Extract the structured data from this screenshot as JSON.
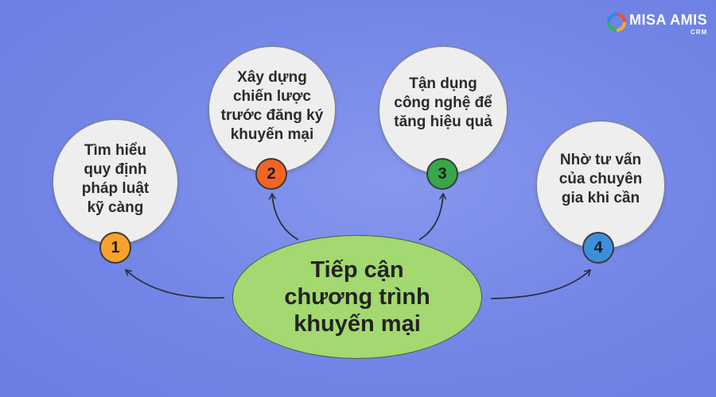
{
  "center": {
    "text": "Tiếp cận\nchương trình\nkhuyến mại",
    "color": "#a3d970"
  },
  "steps": [
    {
      "number": "1",
      "text": "Tìm hiểu\nquy định\npháp luật\nkỹ càng",
      "badge_color": "#f7a22c"
    },
    {
      "number": "2",
      "text": "Xây dựng\nchiến lược\ntrước đăng ký\nkhuyến mại",
      "badge_color": "#f26422"
    },
    {
      "number": "3",
      "text": "Tận dụng\ncông nghệ để\ntăng hiệu quả",
      "badge_color": "#38a748"
    },
    {
      "number": "4",
      "text": "Nhờ tư vấn\ncủa chuyên\ngia khi cần",
      "badge_color": "#3d8fdc"
    }
  ],
  "logo": {
    "name": "MISA AMIS",
    "sub": "CRM",
    "icon": "misa-logo-icon"
  },
  "colors": {
    "background": "#7386e6",
    "arrow": "#2c2f3a"
  }
}
